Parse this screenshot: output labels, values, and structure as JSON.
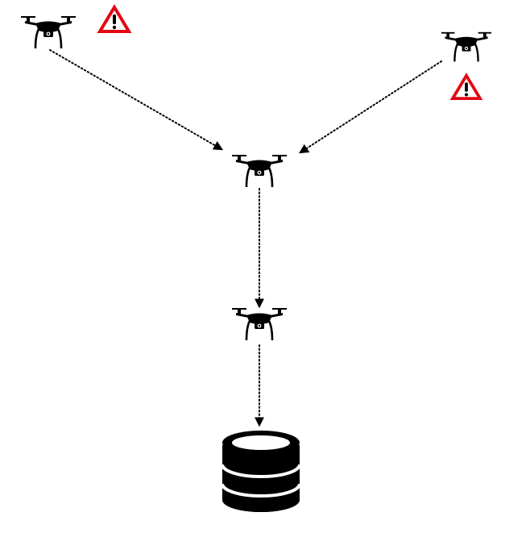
{
  "diagram": {
    "colors": {
      "ink": "#000000",
      "warning_border": "#e30613",
      "warning_fill": "#ffffff",
      "background": "#ffffff"
    },
    "nodes": [
      {
        "id": "drone-top-left",
        "kind": "drone",
        "icon": "drone-icon",
        "warning": true
      },
      {
        "id": "drone-top-right",
        "kind": "drone",
        "icon": "drone-icon",
        "warning": true
      },
      {
        "id": "drone-relay",
        "kind": "drone",
        "icon": "drone-icon",
        "warning": false
      },
      {
        "id": "drone-gateway",
        "kind": "drone",
        "icon": "drone-icon",
        "warning": false
      },
      {
        "id": "data-store",
        "kind": "database",
        "icon": "database-icon",
        "warning": false
      }
    ],
    "edges": [
      {
        "from": "drone-top-left",
        "to": "drone-relay",
        "style": "dotted-arrow"
      },
      {
        "from": "drone-top-right",
        "to": "drone-relay",
        "style": "dotted-arrow"
      },
      {
        "from": "drone-relay",
        "to": "drone-gateway",
        "style": "dotted-arrow"
      },
      {
        "from": "drone-gateway",
        "to": "data-store",
        "style": "dotted-arrow"
      }
    ],
    "warning_icon": "warning-triangle-icon"
  }
}
